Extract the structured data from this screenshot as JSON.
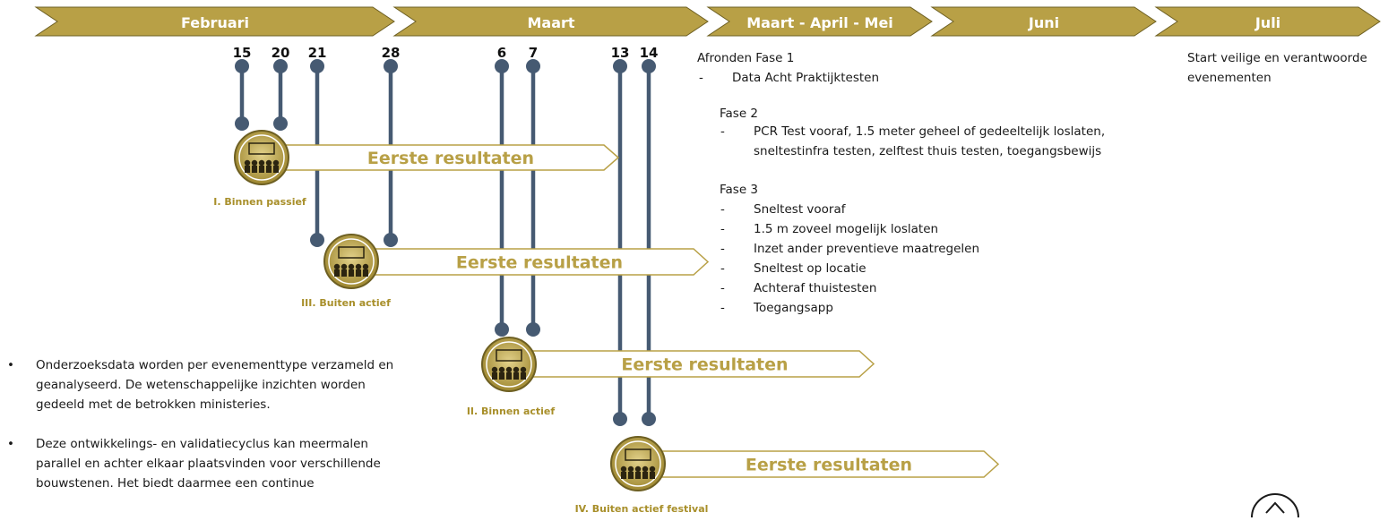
{
  "months": [
    "Februari",
    "Maart",
    "Maart - April - Mei",
    "Juni",
    "Juli"
  ],
  "dates": [
    {
      "label": "15"
    },
    {
      "label": "20"
    },
    {
      "label": "21"
    },
    {
      "label": "28"
    },
    {
      "label": "6"
    },
    {
      "label": "7"
    },
    {
      "label": "13"
    },
    {
      "label": "14"
    }
  ],
  "event_types": [
    {
      "name": "I. Binnen passief",
      "result": "Eerste resultaten",
      "icon": "theater-audience-icon"
    },
    {
      "name": "III. Buiten actief",
      "result": "Eerste resultaten",
      "icon": "outdoor-sports-icon"
    },
    {
      "name": "II. Binnen actief",
      "result": "Eerste resultaten",
      "icon": "indoor-concert-icon"
    },
    {
      "name": "IV. Buiten actief festival",
      "result": "Eerste resultaten",
      "icon": "festival-tent-icon"
    }
  ],
  "phases": {
    "fase1_title": "Afronden Fase 1",
    "fase1_items": [
      "Data Acht Praktijktesten"
    ],
    "fase2_title": "Fase 2",
    "fase2_items": [
      "PCR Test vooraf, 1.5 meter geheel of gedeeltelijk loslaten,",
      "sneltestinfra testen, zelftest thuis testen, toegangsbewijs"
    ],
    "fase3_title": "Fase 3",
    "fase3_items": [
      "Sneltest vooraf",
      "1.5 m zoveel mogelijk loslaten",
      "Inzet ander preventieve maatregelen",
      "Sneltest op locatie",
      "Achteraf thuistesten",
      "Toegangsapp"
    ]
  },
  "july_note": [
    "Start veilige en verantwoorde",
    "evenementen"
  ],
  "bullets": [
    [
      "Onderzoeksdata worden per evenementtype verzameld en",
      "geanalyseerd. De wetenschappelijke inzichten worden",
      "gedeeld met de betrokken ministeries."
    ],
    [
      "Deze ontwikkelings- en validatiecyclus kan meermalen",
      "parallel en achter elkaar plaatsvinden voor verschillende",
      "bouwstenen. Het biedt daarmee een continue"
    ]
  ],
  "colors": {
    "gold": "#b8a046",
    "gold_dark": "#8c7a2e",
    "navy": "#465a72",
    "label_gold": "#a88f2a"
  }
}
